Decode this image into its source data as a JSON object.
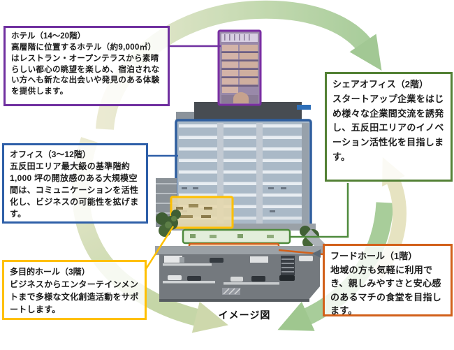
{
  "caption": "イメージ図",
  "callouts": {
    "hotel": {
      "title": "ホテル（14～20階）",
      "body": "高層階に位置するホテル（約9,000㎡）はレストラン・オープンテラスから素晴らしい都心の眺望を楽しめ、宿泊されない方へも新たな出会いや発見のある体験を提供します。"
    },
    "share_office": {
      "title": "シェアオフィス（2階）",
      "body": "スタートアップ企業をはじめ様々な企業間交流を誘発し、五反田エリアのイノベーション活性化を目指します。"
    },
    "office": {
      "title": "オフィス（3～12階）",
      "body": "五反田エリア最大級の基準階約 1,000 坪の開放感のある大規模空間は、コミュニケーションを活性化し、ビジネスの可能性を拡げます。"
    },
    "hall": {
      "title": "多目的ホール（3階）",
      "body": "ビジネスからエンターテインメントまで多様な文化創造活動をサポートします。"
    },
    "food_hall": {
      "title": "フードホール（1階）",
      "body": "地域の方も気軽に利用でき、親しみやすさと安心感のあるマチの食堂を目指します。"
    }
  },
  "colors": {
    "hotel": "#7030A0",
    "office": "#2E5FA8",
    "hall": "#FFC000",
    "share_office": "#538135",
    "food_hall": "#D2601A",
    "cycle_green": "#8CBB7A",
    "cycle_beige": "#E0DDB2"
  },
  "building": {
    "highlights": [
      {
        "name": "hotel-floors",
        "floors": "14-20F"
      },
      {
        "name": "office-floors",
        "floors": "3-12F"
      },
      {
        "name": "multipurpose-hall",
        "floors": "3F"
      },
      {
        "name": "share-office",
        "floors": "2F"
      },
      {
        "name": "food-hall",
        "floors": "1F"
      }
    ]
  }
}
